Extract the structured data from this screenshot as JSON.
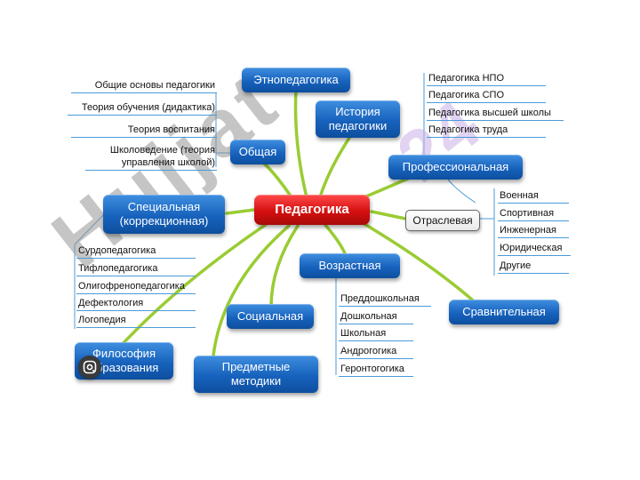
{
  "root": "Педагогика",
  "branches": {
    "ethno": "Этнопедагогика",
    "history": "История педагогики",
    "general": "Общая",
    "professional": "Профессиональная",
    "branch": "Отраслевая",
    "special": "Специальная (коррекционная)",
    "age": "Возрастная",
    "social": "Социальная",
    "comparative": "Сравнительная",
    "philosophy": "Философия образования",
    "subject": "Предметные методики"
  },
  "general_items": [
    "Общие основы педагогики",
    "Теория обучения (дидактика)",
    "Теория воспитания",
    "Школоведение (теория управления школой)"
  ],
  "professional_items": [
    "Педагогика НПО",
    "Педагогика СПО",
    "Педагогика высшей школы",
    "Педагогика труда"
  ],
  "branch_items": [
    "Военная",
    "Спортивная",
    "Инженерная",
    "Юридическая",
    "Другие"
  ],
  "special_items": [
    "Сурдопедагогика",
    "Тифлопедагогика",
    "Олигофренопедагогика",
    "Дефектология",
    "Логопедия"
  ],
  "age_items": [
    "Преддошкольная",
    "Дошкольная",
    "Школьная",
    "Андрогогика",
    "Геронтогогика"
  ],
  "watermark": "Hujjat",
  "watermark_accent": "24",
  "colors": {
    "node": "#1762bd",
    "root": "#d50f0f",
    "link": "#99cc33",
    "leaf_line": "#4a9bd8"
  },
  "icons": {
    "lens": "google-lens-icon"
  }
}
